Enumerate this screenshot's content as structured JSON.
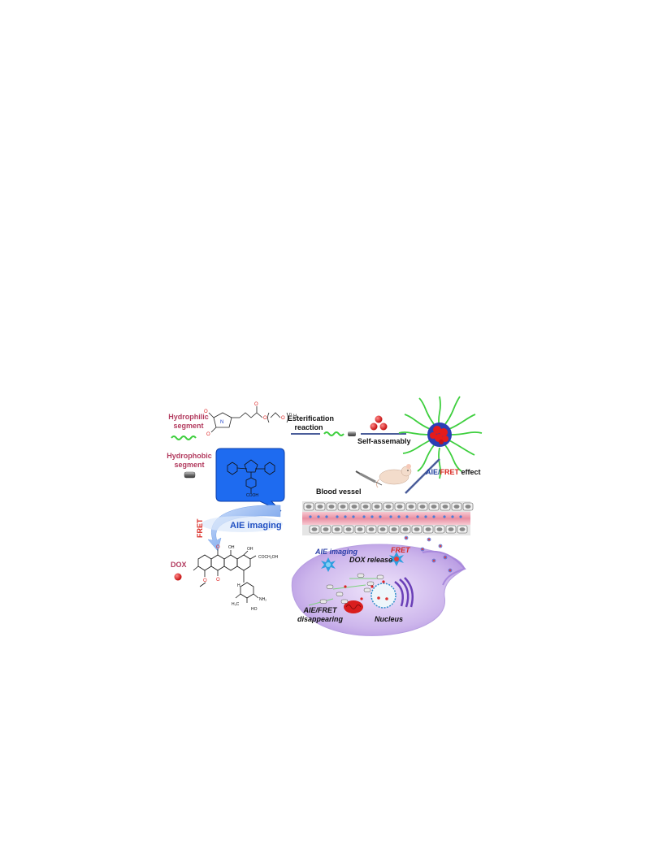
{
  "labels": {
    "hydrophilic_segment": "Hydrophilic\nsegment",
    "hydrophobic_segment": "Hydrophobic\nsegment",
    "esterification": "Esterification\nreaction",
    "self_assembly": "Self-assemably",
    "aie": "AIE",
    "slash": "/",
    "fret": "FRET",
    "effect": "effect",
    "blood_vessel": "Blood vessel",
    "aie_imaging_box": "AIE imaging",
    "fret_vertical": "FRET",
    "dox": "DOX",
    "aie_imaging_cell": "AIE imaging",
    "fret_cell": "FRET",
    "dox_release": "DOX release",
    "aie_fret_disappearing": "AIE/FRET\ndisappearing",
    "nucleus": "Nucleus",
    "chem_cooh": "COOH",
    "chem_oh1": "OH",
    "chem_oh2": "OH",
    "chem_cooch2oh": "COCH₂OH",
    "chem_nh2": "NH₂",
    "chem_h3c": "H₃C",
    "chem_ho": "HO",
    "chem_h": "H"
  },
  "colors": {
    "maroon": "#b23a5e",
    "blue_box": "#1e6bf0",
    "aie_blue": "#1f3f9e",
    "fret_red": "#d8261f",
    "vessel_pink": "#f2a3b3",
    "cell_purple": "#c9b3ea",
    "peg_green": "#3ecf3e",
    "dox_red": "#e41b1b"
  }
}
